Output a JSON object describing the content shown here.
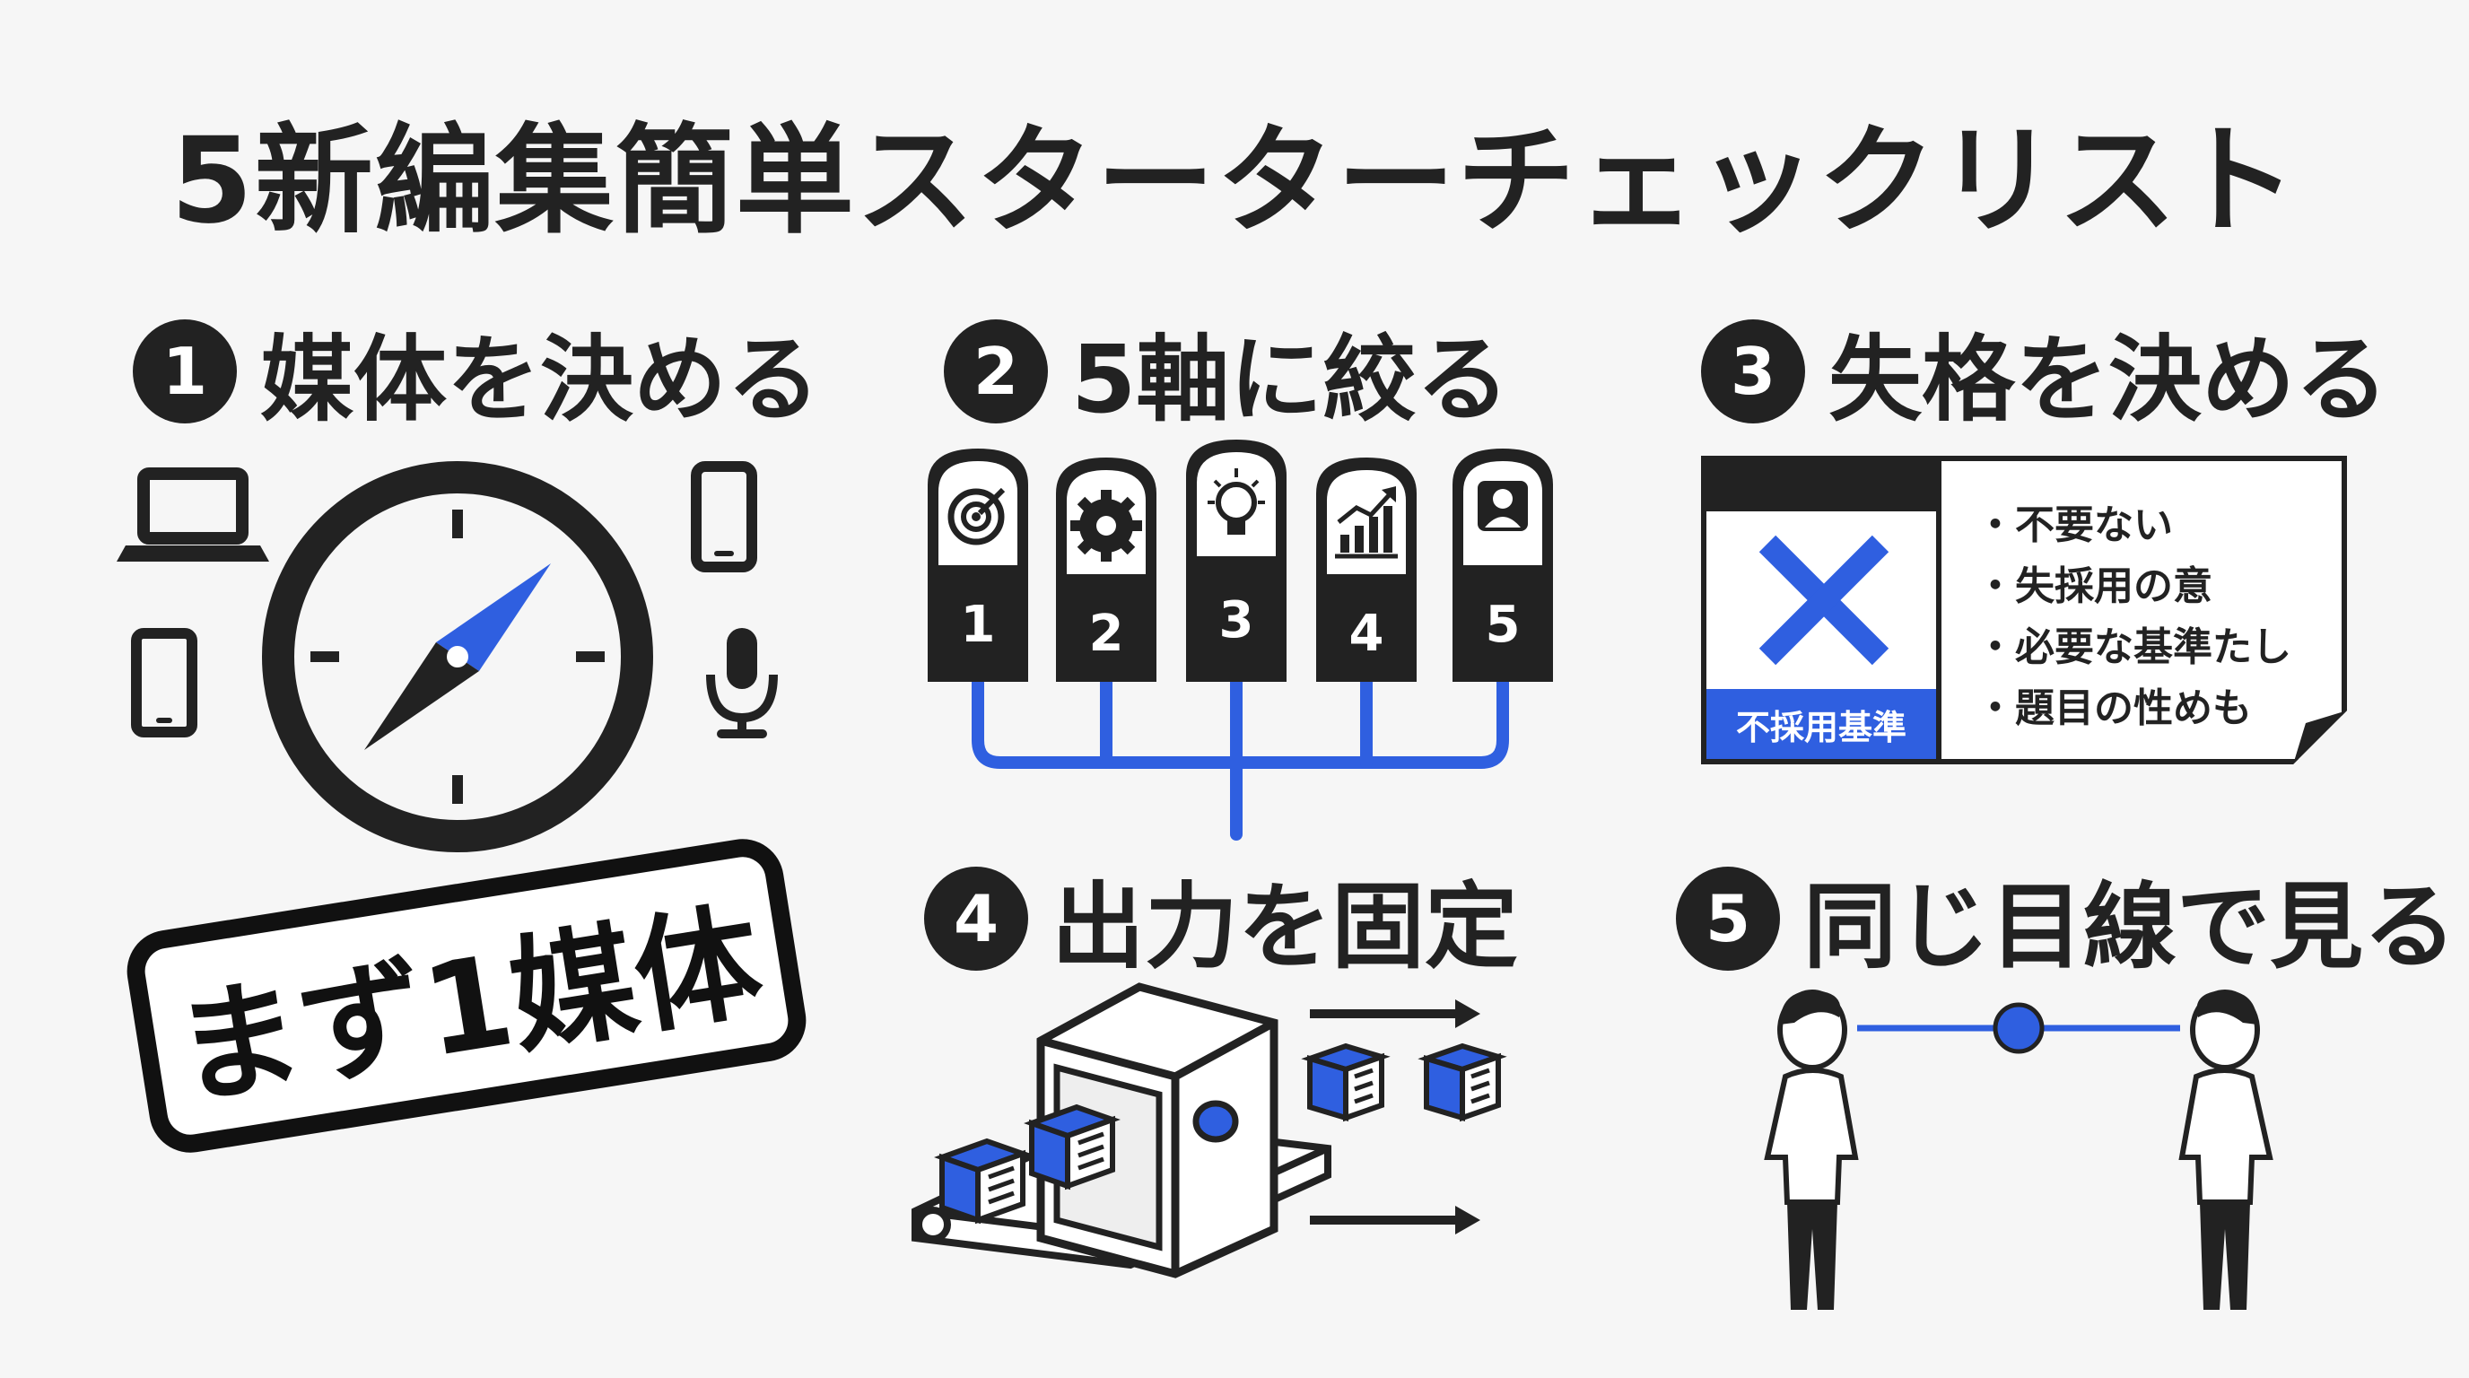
{
  "title": "5新編集簡単スターターチェックリスト",
  "colors": {
    "accent": "#2f5fe0",
    "ink": "#222222",
    "background": "#f6f6f6"
  },
  "sections": [
    {
      "num": "1",
      "label": "媒体を決める"
    },
    {
      "num": "2",
      "label": "5軸に絞る"
    },
    {
      "num": "3",
      "label": "失格を決める"
    },
    {
      "num": "4",
      "label": "出力を固定"
    },
    {
      "num": "5",
      "label": "同じ目線で見る"
    }
  ],
  "media": {
    "devices": [
      "laptop-icon",
      "smartphone-icon",
      "tablet-icon",
      "microphone-icon"
    ],
    "center_icon": "compass-icon"
  },
  "stamp": "まず1媒体",
  "axes": [
    {
      "num": "1",
      "icon": "target-icon"
    },
    {
      "num": "2",
      "icon": "gear-icon"
    },
    {
      "num": "3",
      "icon": "lightbulb-icon"
    },
    {
      "num": "4",
      "icon": "growth-chart-icon"
    },
    {
      "num": "5",
      "icon": "person-icon"
    }
  ],
  "rejection": {
    "mark": "x-mark-icon",
    "tag": "不採用基準",
    "items": [
      "不要ない",
      "失採用の意",
      "必要な基準たし",
      "題目の性めも"
    ]
  },
  "output": {
    "icons": [
      "machine-icon",
      "document-cube-icon",
      "arrow-icon"
    ]
  },
  "eyeline": {
    "icons": [
      "person-left-icon",
      "person-right-icon",
      "eyeline-dot-icon"
    ]
  }
}
